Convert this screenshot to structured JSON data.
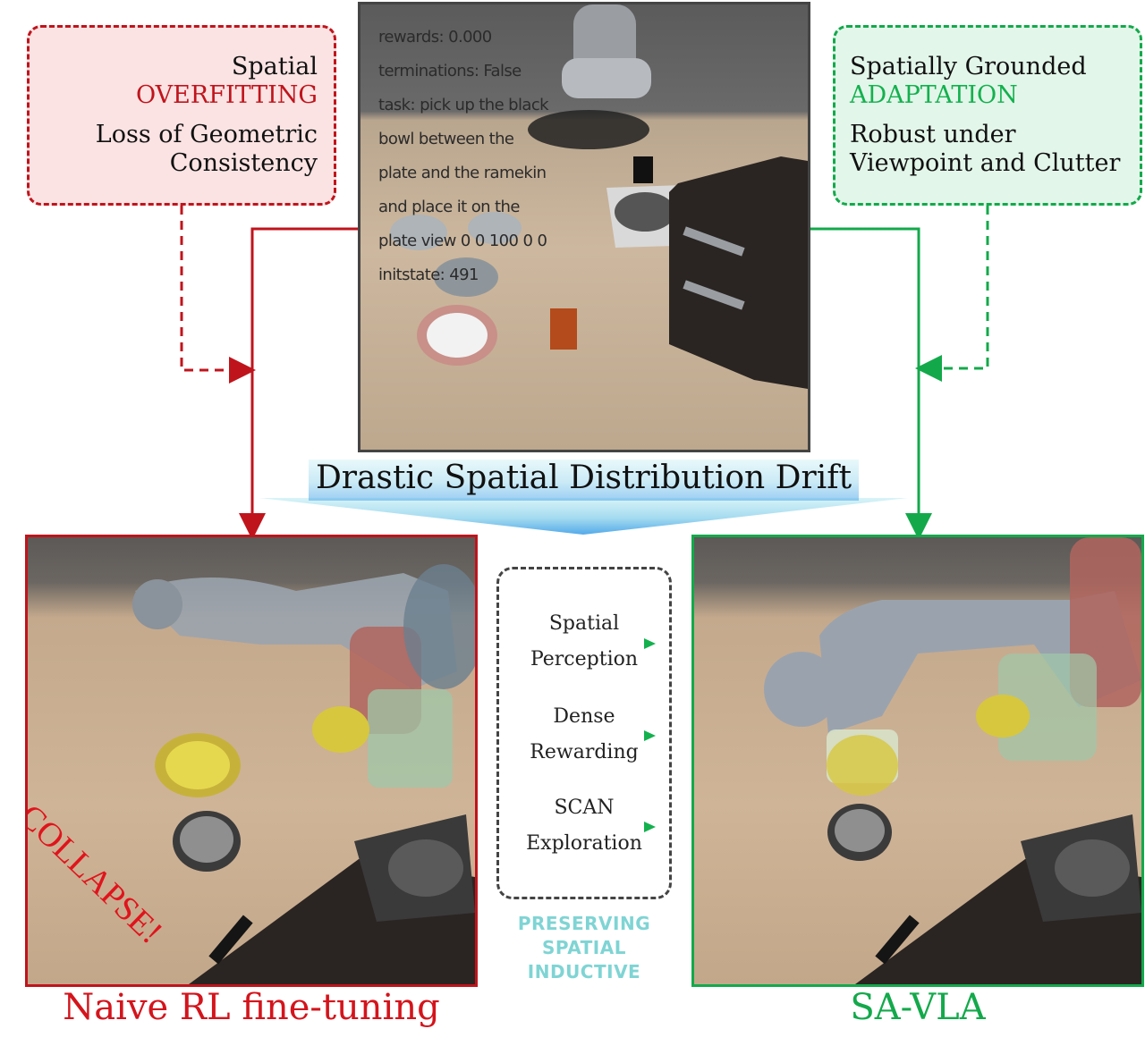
{
  "left_callout": {
    "line1": "Spatial",
    "highlight": "OVERFITTING",
    "line3a": "Loss of Geometric",
    "line3b": "Consistency"
  },
  "right_callout": {
    "line1": "Spatially Grounded",
    "highlight": "ADAPTATION",
    "line3a": "Robust under",
    "line3b": "Viewpoint and Clutter"
  },
  "sim_overlay": [
    "rewards: 0.000",
    "terminations: False",
    "task: pick up the black",
    "bowl between the",
    "plate and the ramekin",
    "and place it on the",
    "plate view 0 0 100 0 0",
    "initstate: 491"
  ],
  "drift_title": "Drastic Spatial Distribution Drift",
  "middle": {
    "items": [
      {
        "top": "Spatial",
        "bottom": "Perception"
      },
      {
        "top": "Dense",
        "bottom": "Rewarding"
      },
      {
        "top": "SCAN",
        "bottom": "Exploration"
      }
    ],
    "preserve": [
      "PRESERVING",
      "SPATIAL",
      "INDUCTIVE"
    ]
  },
  "collapse_text": "COLLAPSE!",
  "left_label": "Naive RL fine-tuning",
  "right_label": "SA-VLA",
  "colors": {
    "red": "#c0141c",
    "green": "#13a94b",
    "cyan": "#7fd4d4"
  }
}
